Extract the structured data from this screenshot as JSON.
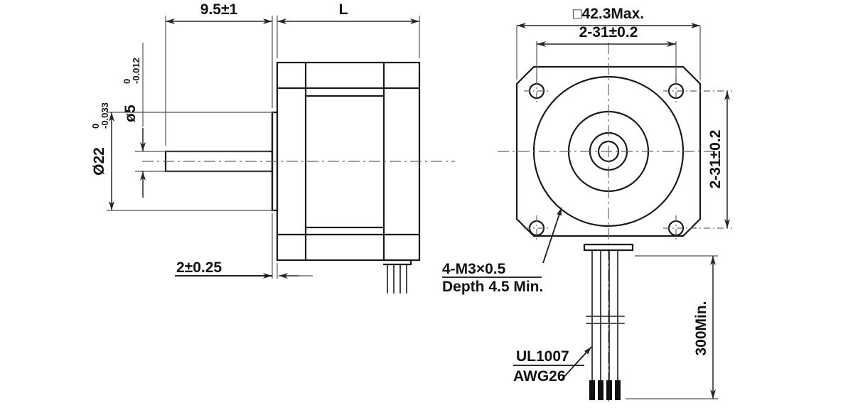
{
  "drawing": {
    "title": "Stepper motor NEMA17 outline dimension drawing",
    "units": "mm",
    "background_color": "#ffffff",
    "line_color": "#1a1a1a",
    "dimension_color": "#262626",
    "views": {
      "side": {
        "name": "side-elevation-view"
      },
      "front": {
        "name": "front-mounting-face-view"
      }
    }
  },
  "dimensions": {
    "shaft_length": {
      "label": "9.5±1",
      "nominal": 9.5,
      "tolerance": "±1",
      "view": "side"
    },
    "body_length": {
      "label": "L",
      "nominal": null,
      "tolerance": "",
      "view": "side"
    },
    "shaft_diameter": {
      "label": "ø5",
      "symbol": "ø",
      "nominal": 5,
      "tol_upper": "0",
      "tol_lower": "-0.012",
      "view": "side"
    },
    "pilot_diameter": {
      "label": "Ø22",
      "symbol": "Ø",
      "nominal": 22,
      "tol_upper": "0",
      "tol_lower": "-0.033",
      "view": "side"
    },
    "pilot_height": {
      "label": "2±0.25",
      "nominal": 2,
      "tolerance": "±0.25",
      "view": "side"
    },
    "body_square": {
      "label": "42.3Max.",
      "symbol": "□",
      "full_label": "□42.3Max.",
      "nominal": 42.3,
      "qualifier": "Max.",
      "view": "front"
    },
    "hole_pitch_horizontal": {
      "label": "2-31±0.2",
      "count": 2,
      "nominal": 31,
      "tolerance": "±0.2",
      "view": "front"
    },
    "hole_pitch_vertical": {
      "label": "2-31±0.2",
      "count": 2,
      "nominal": 31,
      "tolerance": "±0.2",
      "view": "front"
    },
    "lead_length": {
      "label": "300Min.",
      "nominal": 300,
      "qualifier": "Min.",
      "view": "front"
    }
  },
  "notes": {
    "mounting_holes": {
      "line1": "4-M3×0.5",
      "line2": "Depth 4.5 Min.",
      "count": 4,
      "thread": "M3×0.5",
      "depth": "4.5 Min."
    },
    "wire_spec": {
      "line1": "UL1007",
      "line2": "AWG26",
      "insulation": "UL1007",
      "gauge": "AWG26"
    }
  },
  "features": {
    "lead_wire_count": 4,
    "mounting_hole_count": 4,
    "front_face_circles": [
      "outer-boss",
      "mid-boss",
      "shaft-collar",
      "shaft-bore"
    ],
    "body_corners": "chamfered-octagonal"
  }
}
